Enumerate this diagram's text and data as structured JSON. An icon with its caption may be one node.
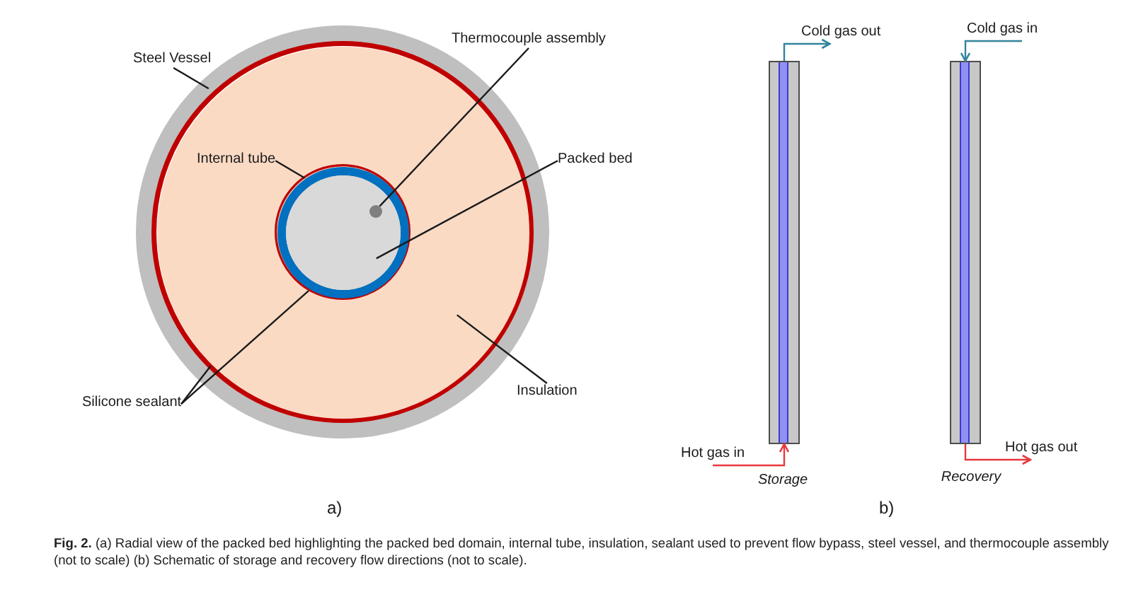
{
  "diagram": {
    "caption": "**Fig. 2.** (a) Radial view of the packed bed highlighting the packed bed domain, internal tube, insulation, sealant used to prevent flow bypass, steel vessel, and thermocouple assembly (not to scale) (b) Schematic of storage and recovery flow directions (not to scale).",
    "nodes": [
      {
        "text": [],
        "shape": "ring"
      },
      {
        "text": [],
        "shape": "ring",
        "in": 0
      },
      {
        "text": [],
        "shape": "circle",
        "in": 1
      },
      {
        "text": [],
        "shape": "ring",
        "in": 2
      },
      {
        "text": [],
        "shape": "ring",
        "in": 3
      },
      {
        "text": [],
        "shape": "circle",
        "in": 4
      },
      {
        "text": [],
        "shape": "circle",
        "in": 5
      },
      {
        "text": [
          "Steel Vessel"
        ]
      },
      {
        "text": [
          "Thermocouple assembly"
        ]
      },
      {
        "text": [
          "Internal tube"
        ],
        "in": 2
      },
      {
        "text": [
          "Packed bed"
        ]
      },
      {
        "text": [
          "Silicone sealant"
        ]
      },
      {
        "text": [
          "Insulation"
        ]
      },
      {
        "text": [
          "Cold gas out"
        ]
      },
      {
        "text": [
          "Cold gas in"
        ]
      },
      {
        "text": [],
        "shape": "bar",
        "beside": [
          "Storage"
        ]
      },
      {
        "text": [],
        "shape": "bar",
        "beside": [
          "Recovery"
        ]
      },
      {
        "text": [
          "Hot gas in"
        ]
      },
      {
        "text": [
          "Hot gas out"
        ]
      }
    ],
    "edges": [
      {
        "from": 7,
        "to": 0,
        "arrow": "none"
      },
      {
        "from": 8,
        "to": 6,
        "arrow": "none"
      },
      {
        "from": 9,
        "to": 4,
        "arrow": "none"
      },
      {
        "from": 10,
        "to": 5,
        "arrow": "none"
      },
      {
        "from": 11,
        "to": 1,
        "arrow": "none"
      },
      {
        "from": 11,
        "to": 3,
        "arrow": "none"
      },
      {
        "from": 12,
        "to": 2,
        "arrow": "none"
      },
      {
        "from": 17,
        "to": 15,
        "arrow": "to",
        "color": "#e8383d"
      },
      {
        "from": 15,
        "to": 13,
        "arrow": "to",
        "color": "#31849b"
      },
      {
        "from": 14,
        "to": 16,
        "arrow": "to",
        "color": "#31849b"
      },
      {
        "from": 16,
        "to": 18,
        "arrow": "to",
        "color": "#e8383d"
      }
    ],
    "labels": [
      "a)",
      "b)"
    ]
  }
}
